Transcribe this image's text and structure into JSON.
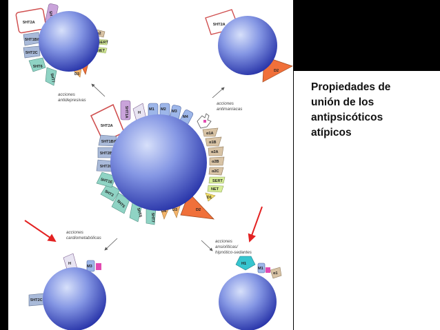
{
  "caption": "Propiedades de\nunión de los\nantipsicóticos\natípicos",
  "colors": {
    "sphere_light": "#c6d2f5",
    "sphere_dark": "#2733a8",
    "arrow_red": "#e32222",
    "d2_orange": "#f0703a",
    "h1_purple": "#c9a3da",
    "m_blue": "#9db6e9",
    "alpha_brown": "#d8c3a5",
    "blue_gray": "#a9bad9",
    "teal": "#8fd3c4",
    "lime": "#d8ee98",
    "pink": "#e24ab0",
    "cyan": "#36c5cf"
  },
  "icons": [
    "hand-icon",
    "red-arrow-icon",
    "black-arrow-icon"
  ],
  "labels": {
    "top_left": "acciones\nantidepresivas",
    "top_right": "acciones\nantimaníacas",
    "bottom_left": "acciones\ncardiometabólicas",
    "bottom_right": "acciones\nansiolíticas/\nhipnótico-sedantes"
  },
  "receptors": {
    "center": [
      "5HT2A",
      "5HT1A",
      "H",
      "M1",
      "M2",
      "M3",
      "M4",
      "α1A",
      "α1B",
      "α2A",
      "α2B",
      "α2C",
      "SERT",
      "NET",
      "D1",
      "D2",
      "D3",
      "D4",
      "5HT7",
      "5HT6",
      "5HT5",
      "5HT3",
      "5HT1E",
      "5HT2C",
      "5HT2B",
      "5HT1B/D"
    ],
    "top_left": [
      "5HT2A",
      "5HT1A",
      "α2",
      "SERT",
      "NET",
      "5HT1B/D",
      "5HT2C",
      "5HT6",
      "5HT7",
      "D3"
    ],
    "top_right": [
      "5HT2A",
      "D2"
    ],
    "bottom_left": [
      "H",
      "M3",
      "5HT2C"
    ],
    "bottom_right": [
      "H1",
      "M1",
      "α1"
    ]
  }
}
